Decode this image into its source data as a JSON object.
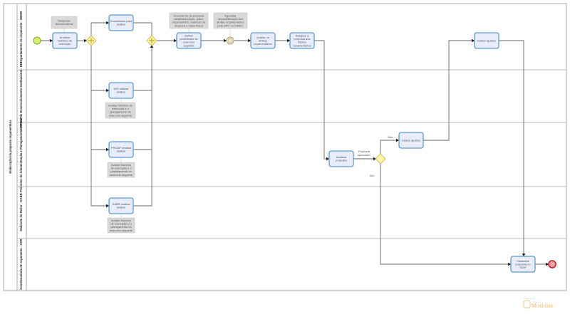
{
  "pool": {
    "title": "Elaboração da proposta orçamentária"
  },
  "lanes": [
    "Departamento de orçamento - DEOR",
    "Diretoria de Desenvolvimento Institucional - DDI",
    "Pró-reitor de Administração e Planejamento - PROAP",
    "Gabinete do Reitor - GABR",
    "Coordenadoria de orçamento - COR"
  ],
  "tasks": {
    "analisar_historico": [
      "Analisar",
      "histórico de",
      "execução"
    ],
    "encaminhar": [
      "Encaminhar para",
      "análise"
    ],
    "definir": [
      "Definir",
      "prioridades do",
      "exercício",
      "seguinte"
    ],
    "avaliar": [
      "Avaliar os",
      "limites",
      "orçamentários"
    ],
    "adequar": [
      "Adequar a",
      "proposta aos",
      "limites",
      "orçamentários"
    ],
    "ddi": [
      "DDI realizar",
      "análise"
    ],
    "proap": [
      "PROAP realizar",
      "análise"
    ],
    "gabr": [
      "GABR realizar",
      "análise"
    ],
    "analisar_proposta": [
      "Analisar",
      "proposta"
    ],
    "indicar1": [
      "Indicar ajustes"
    ],
    "indicar2": [
      "Indicar ajustes"
    ],
    "cadastrar": [
      "Cadastrar",
      "proposta no",
      "SIOP"
    ]
  },
  "annotations": {
    "despesas": [
      "Despesas",
      "discricionárias"
    ],
    "documento": [
      "Documento da proposta",
      "detalhada (Ação, plano",
      "orçamentário, natureza de",
      "despesa e meta física)"
    ],
    "aguardar": [
      "Aguardar",
      "disponibilização dos",
      "limites orçamentários",
      "pela SPO no SIMEC"
    ],
    "ddi": [
      "Avaliar histórico de",
      "execução e o",
      "planejamento do",
      "exercício seguinte"
    ],
    "proap": [
      "Avaliar histórico",
      "de execução e o",
      "planejamento do",
      "exercício seguinte"
    ],
    "gabr": [
      "Avaliar histórico",
      "de execução e o",
      "planejamento do",
      "exercício seguinte"
    ]
  },
  "gateway": {
    "question": [
      "Proposta",
      "aprovada?"
    ],
    "no": "Não",
    "yes": "Sim"
  },
  "watermark": {
    "powered": "Powered by",
    "brand": "Modeler",
    "sub": "bizagi"
  }
}
